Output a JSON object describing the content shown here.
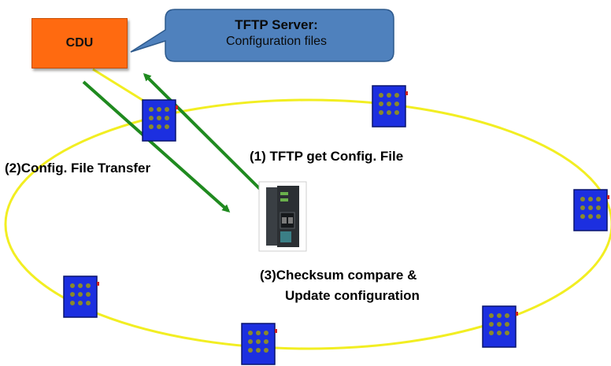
{
  "cdu": {
    "label": "CDU"
  },
  "callout": {
    "title": "TFTP Server:",
    "subtitle": "Configuration files"
  },
  "steps": {
    "step1": "(1) TFTP get Config. File",
    "step2": "(2)Config. File Transfer",
    "step3_line1": "(3)Checksum compare &",
    "step3_line2": "Update configuration"
  },
  "colors": {
    "ring": "#f2ee22",
    "arrow": "#1f8a1f",
    "cdu_fill": "#ff6a10",
    "callout_fill": "#4f81bd",
    "switch_fill": "#1c2fe0",
    "port": "#8a8a2a"
  },
  "icons": {
    "ring_switch": "ethernet-switch-icon",
    "gateway": "industrial-gateway-icon"
  }
}
